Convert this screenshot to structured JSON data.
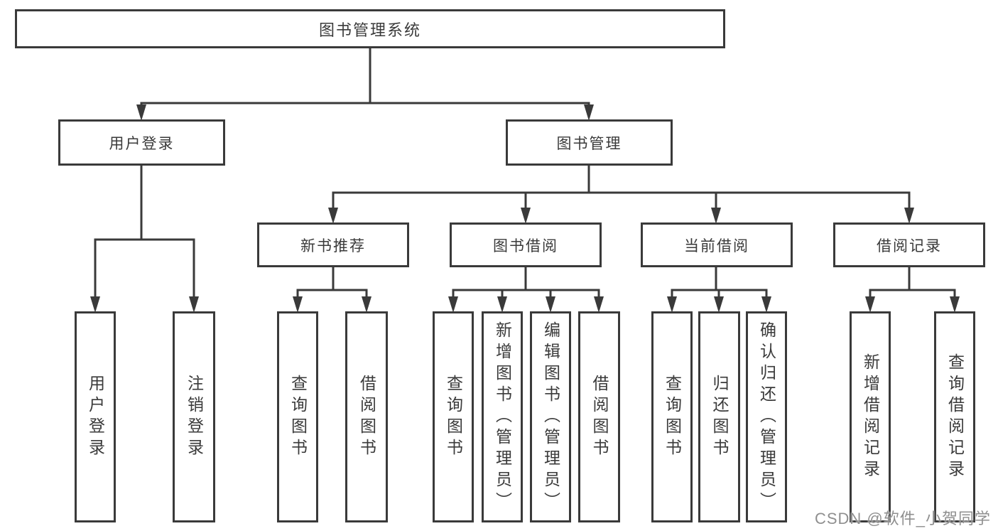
{
  "colors": {
    "line": "#3a3a3a",
    "text": "#3a3a3a",
    "watermark": "#8f8f8f",
    "bg": "#ffffff"
  },
  "nodes": {
    "root": {
      "label": "图书管理系统"
    },
    "user_login": {
      "label": "用户登录"
    },
    "book_mgmt": {
      "label": "图书管理"
    },
    "new_book_rec": {
      "label": "新书推荐"
    },
    "book_borrow": {
      "label": "图书借阅"
    },
    "current_borrow": {
      "label": "当前借阅"
    },
    "borrow_records": {
      "label": "借阅记录"
    },
    "leaves": {
      "user_login_leaf": {
        "label": "用户登录"
      },
      "logout": {
        "label": "注销登录"
      },
      "nbr_query": {
        "label": "查询图书"
      },
      "nbr_borrow": {
        "label": "借阅图书"
      },
      "bb_query": {
        "label": "查询图书"
      },
      "bb_add": {
        "label": "新增图书（管理员）"
      },
      "bb_edit": {
        "label": "编辑图书（管理员）"
      },
      "bb_borrow": {
        "label": "借阅图书"
      },
      "cb_query": {
        "label": "查询图书"
      },
      "cb_return": {
        "label": "归还图书"
      },
      "cb_confirm": {
        "label": "确认归还（管理员）"
      },
      "br_add": {
        "label": "新增借阅记录"
      },
      "br_query": {
        "label": "查询借阅记录"
      }
    }
  },
  "hierarchy": {
    "图书管理系统": [
      "用户登录",
      "图书管理"
    ],
    "用户登录": [
      "用户登录",
      "注销登录"
    ],
    "图书管理": [
      "新书推荐",
      "图书借阅",
      "当前借阅",
      "借阅记录"
    ],
    "新书推荐": [
      "查询图书",
      "借阅图书"
    ],
    "图书借阅": [
      "查询图书",
      "新增图书（管理员）",
      "编辑图书（管理员）",
      "借阅图书"
    ],
    "当前借阅": [
      "查询图书",
      "归还图书",
      "确认归还（管理员）"
    ],
    "借阅记录": [
      "新增借阅记录",
      "查询借阅记录"
    ]
  },
  "watermark": "CSDN @软件_小贺同学"
}
